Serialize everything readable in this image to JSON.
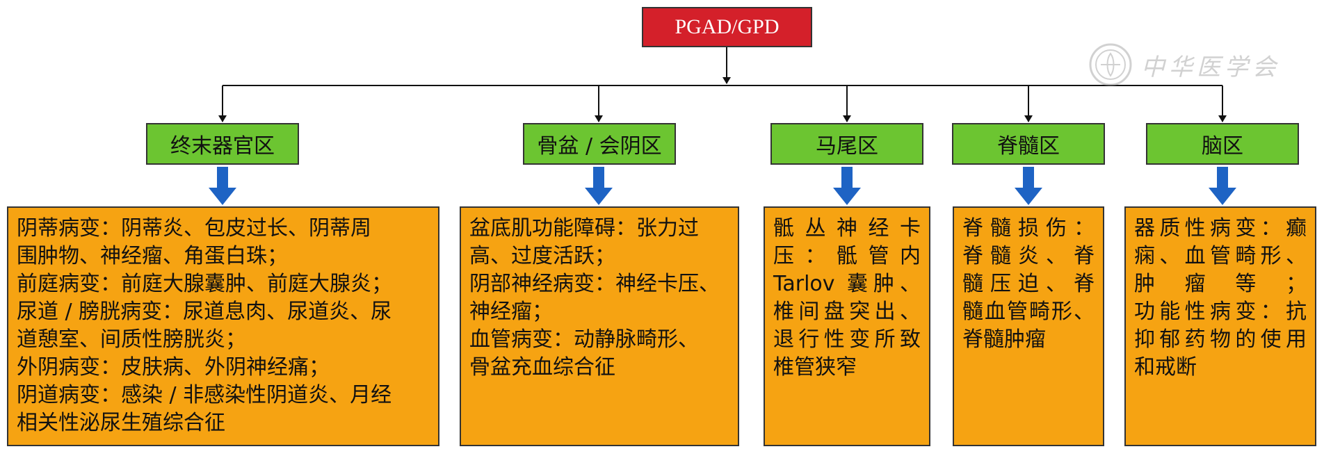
{
  "root": {
    "label": "PGAD/GPD"
  },
  "colors": {
    "root_fill": "#d4202a",
    "category_fill": "#6cc531",
    "detail_fill": "#f6a312",
    "arrow_blue": "#1e63c4",
    "connector": "#111111"
  },
  "categories": [
    {
      "label": "终末器官区",
      "details": [
        "阴蒂病变：阴蒂炎、包皮过长、阴蒂周",
        "围肿物、神经瘤、角蛋白珠；",
        "前庭病变：前庭大腺囊肿、前庭大腺炎；",
        "尿道 / 膀胱病变：尿道息肉、尿道炎、尿",
        "道憩室、间质性膀胱炎；",
        "外阴病变：皮肤病、外阴神经痛；",
        "阴道病变：感染 / 非感染性阴道炎、月经",
        "相关性泌尿生殖综合征"
      ]
    },
    {
      "label": "骨盆 / 会阴区",
      "details": [
        "盆底肌功能障碍：张力过",
        "高、过度活跃；",
        "阴部神经病变：神经卡压、",
        "神经瘤；",
        "血管病变：动静脉畸形、",
        "骨盆充血综合征"
      ]
    },
    {
      "label": "马尾区",
      "details": [
        "骶丛神经卡",
        "压：骶管内",
        "Tarlov 囊肿、",
        "椎间盘突出、",
        "退行性变所致",
        "椎管狭窄"
      ]
    },
    {
      "label": "脊髓区",
      "details": [
        "脊髓损伤：",
        "脊髓炎、脊",
        "髓压迫、脊",
        "髓血管畸形、",
        "脊髓肿瘤"
      ]
    },
    {
      "label": "脑区",
      "details": [
        "器质性病变：癫",
        "痫、血管畸形、",
        "肿瘤等；",
        "功能性病变：抗",
        "抑郁药物的使用",
        "和戒断"
      ]
    }
  ],
  "watermark": {
    "text": "中华医学会",
    "icon": "society-seal-icon"
  }
}
